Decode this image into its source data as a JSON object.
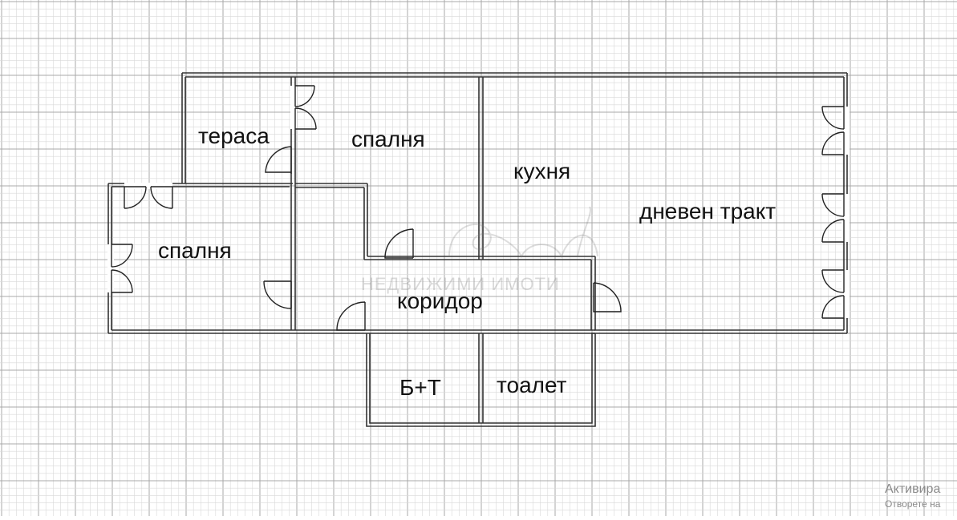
{
  "floor_plan": {
    "rooms": [
      {
        "id": "terrace",
        "label": "тераса"
      },
      {
        "id": "bedroom-top",
        "label": "спалня"
      },
      {
        "id": "kitchen",
        "label": "кухня"
      },
      {
        "id": "living",
        "label": "дневен тракт"
      },
      {
        "id": "bedroom-left",
        "label": "спалня"
      },
      {
        "id": "corridor",
        "label": "коридор"
      },
      {
        "id": "bath",
        "label": "Б+Т"
      },
      {
        "id": "toilet",
        "label": "тоалет"
      }
    ]
  },
  "watermark": {
    "text": "НЕДВИЖИМИ ИМОТИ"
  },
  "os_overlay": {
    "line1": "Активира",
    "line2": "Отворете на"
  },
  "colors": {
    "grid_minor": "#d9d9d9",
    "grid_major": "#a9a9a9",
    "wall": "#333333"
  }
}
